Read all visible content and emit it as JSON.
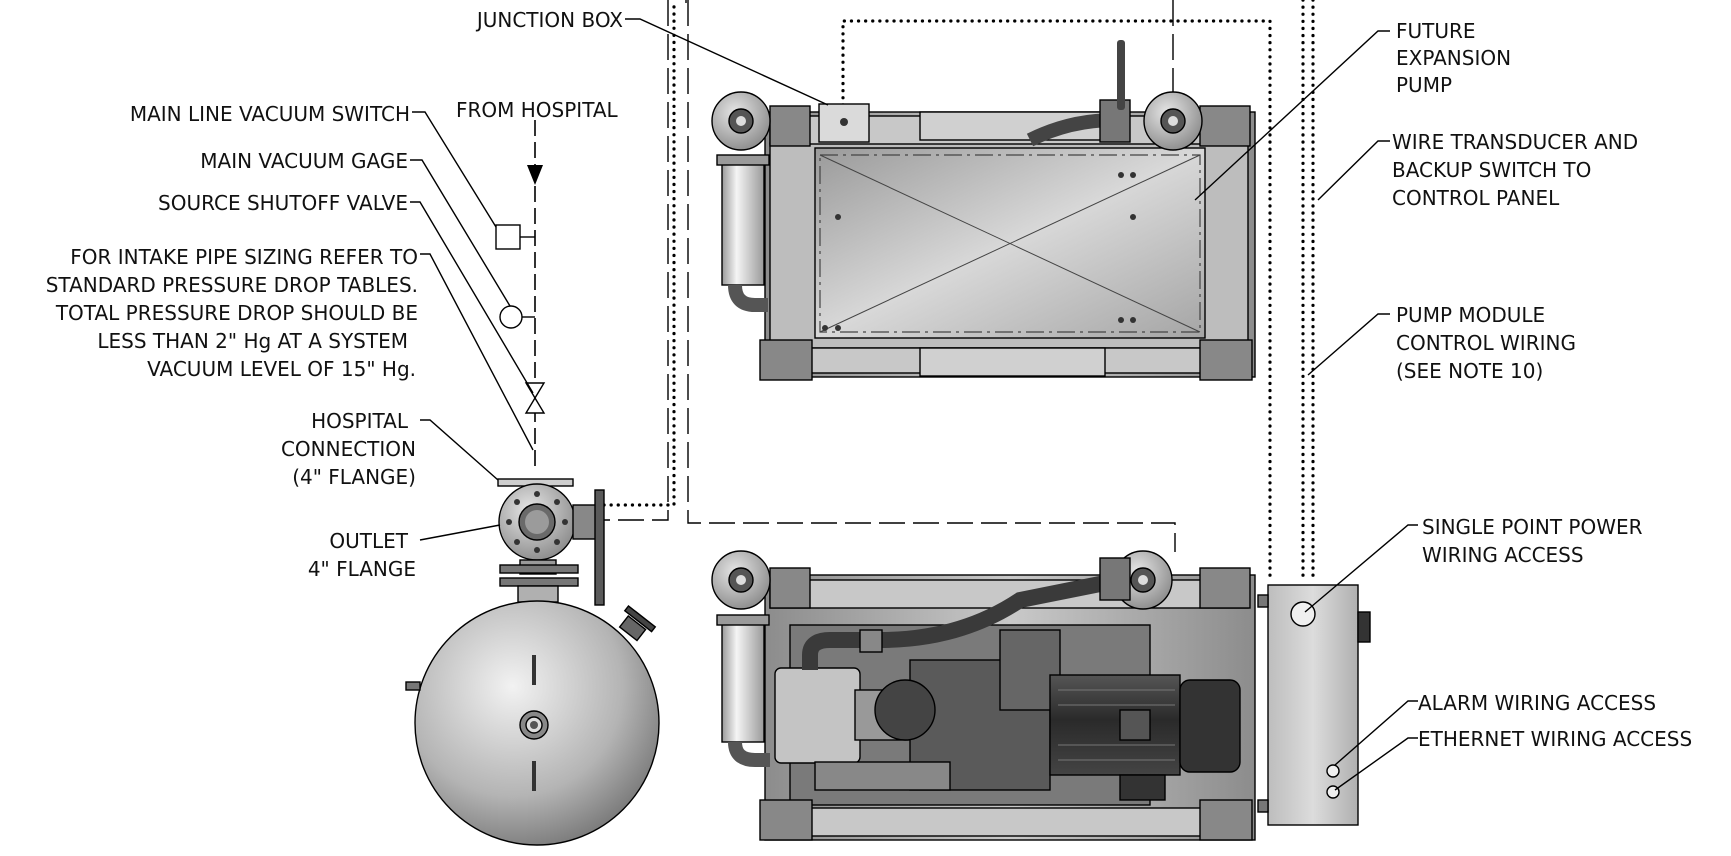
{
  "labels": {
    "junction_box": "JUNCTION BOX",
    "main_line_vacuum_switch": "MAIN LINE VACUUM SWITCH",
    "from_hospital": "FROM HOSPITAL",
    "main_vacuum_gage": "MAIN VACUUM GAGE",
    "source_shutoff_valve": "SOURCE SHUTOFF VALVE",
    "intake_note": [
      "FOR INTAKE PIPE SIZING REFER TO",
      "STANDARD PRESSURE DROP TABLES.",
      "TOTAL PRESSURE DROP SHOULD BE",
      "LESS THAN 2\" Hg AT A SYSTEM",
      "VACUUM LEVEL OF 15\" Hg."
    ],
    "hospital_connection": [
      "HOSPITAL",
      "CONNECTION",
      "(4\" FLANGE)"
    ],
    "outlet": [
      "OUTLET",
      "4\" FLANGE"
    ],
    "future_expansion_pump": [
      "FUTURE",
      "EXPANSION",
      "PUMP"
    ],
    "wire_transducer": [
      "WIRE TRANSDUCER AND",
      "BACKUP SWITCH TO",
      "CONTROL PANEL"
    ],
    "pump_module_control_wiring": [
      "PUMP MODULE",
      "CONTROL WIRING",
      "(SEE NOTE 10)"
    ],
    "single_point_power": [
      "SINGLE POINT POWER",
      "WIRING ACCESS"
    ],
    "alarm_wiring_access": "ALARM WIRING ACCESS",
    "ethernet_wiring_access": "ETHERNET WIRING ACCESS"
  },
  "colors": {
    "line": "#000000",
    "metal_light": "#d9d9d9",
    "metal_mid": "#a8a8a8",
    "metal_dark": "#5a5a5a",
    "motor_dark": "#2e2e2e",
    "background": "#ffffff"
  }
}
